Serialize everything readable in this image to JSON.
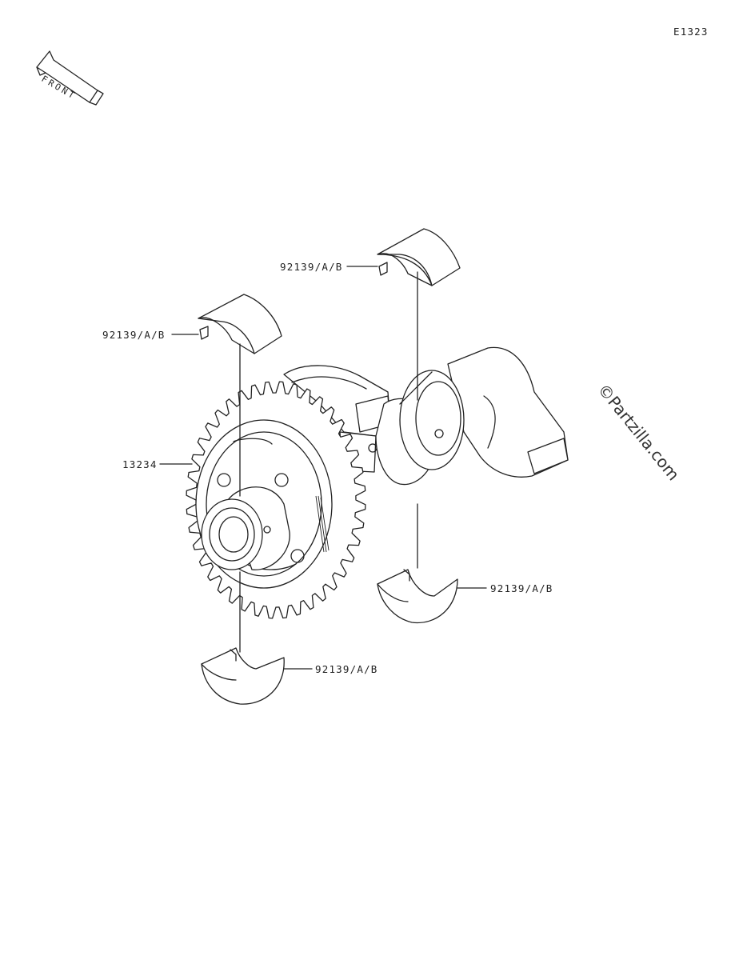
{
  "diagram_id": "E1323",
  "front_label": "FRONT",
  "watermark": "©Partzilla.com",
  "callouts": [
    {
      "id": "bearing-top-right",
      "text": "92139/A/B"
    },
    {
      "id": "bearing-top-left",
      "text": "92139/A/B"
    },
    {
      "id": "balancer-shaft",
      "text": "13234"
    },
    {
      "id": "bearing-bottom-right",
      "text": "92139/A/B"
    },
    {
      "id": "bearing-bottom-left",
      "text": "92139/A/B"
    }
  ]
}
